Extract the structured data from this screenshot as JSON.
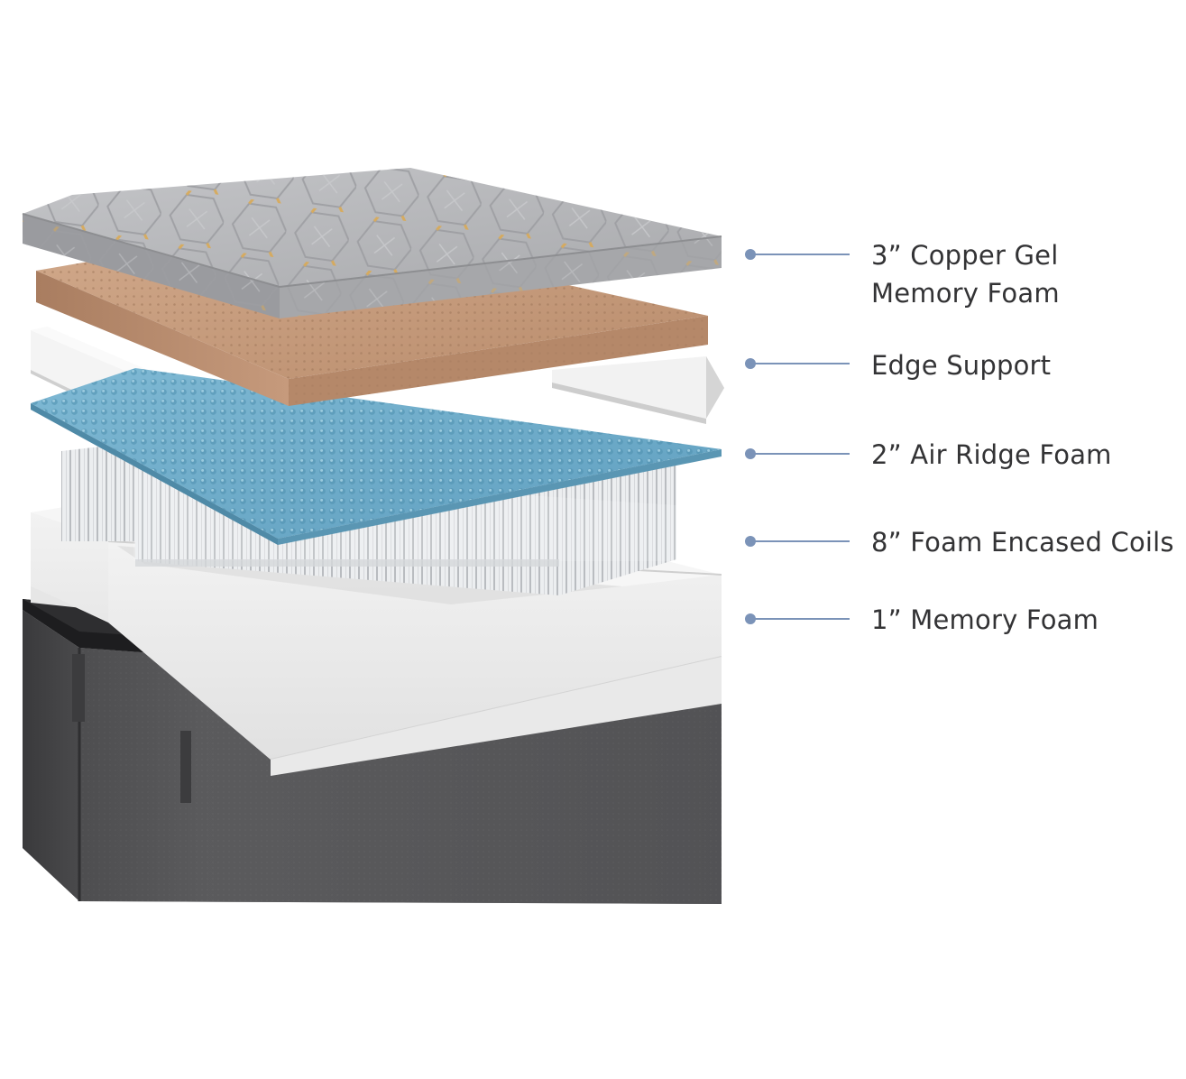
{
  "layers": [
    {
      "id": "copper-gel",
      "label": "3” Copper Gel\nMemory Foam"
    },
    {
      "id": "edge-support",
      "label": "Edge Support"
    },
    {
      "id": "air-ridge",
      "label": "2” Air Ridge Foam"
    },
    {
      "id": "coils",
      "label": "8” Foam Encased Coils"
    },
    {
      "id": "memory-foam",
      "label": "1” Memory Foam"
    }
  ],
  "colors": {
    "callout_line": "#7b93b8",
    "label_text": "#333335",
    "copper_gel_top": "#b9babd",
    "copper_accent": "#d9a955",
    "comfort_foam": "#c79d7e",
    "air_ridge_foam": "#79b3cf",
    "edge_support": "#eeeeee",
    "coils": "#e6e8ea",
    "memory_foam_base": "#eaeaea",
    "cover_fabric": "#545456",
    "cover_band": "#1e1e20"
  }
}
